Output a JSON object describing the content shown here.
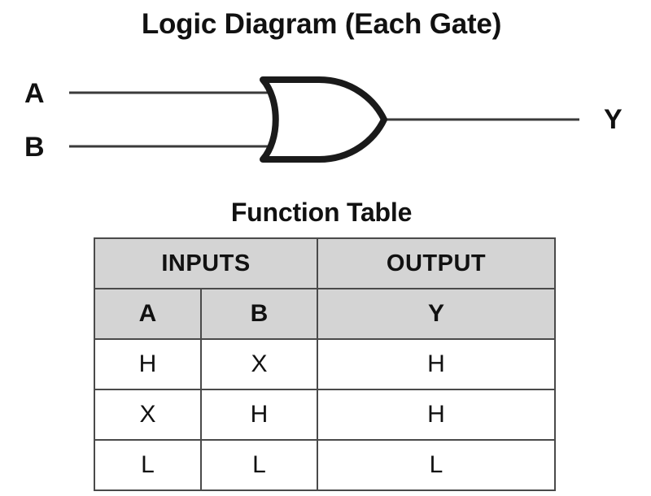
{
  "diagram": {
    "title": "Logic Diagram (Each Gate)",
    "gate_type": "or-gate",
    "inputs": [
      {
        "label": "A"
      },
      {
        "label": "B"
      }
    ],
    "output": {
      "label": "Y"
    },
    "colors": {
      "gate_outline": "#1a1a1a",
      "wire": "#3a3a3a",
      "text": "#111111"
    }
  },
  "table": {
    "title": "Function Table",
    "group_headers": [
      {
        "label": "INPUTS",
        "span": 2
      },
      {
        "label": "OUTPUT",
        "span": 1
      }
    ],
    "column_headers": [
      "A",
      "B",
      "Y"
    ],
    "rows": [
      [
        "H",
        "X",
        "H"
      ],
      [
        "X",
        "H",
        "H"
      ],
      [
        "L",
        "L",
        "L"
      ]
    ],
    "colors": {
      "header_fill": "#d4d4d4",
      "body_fill": "#ffffff",
      "border": "#4a4a4a"
    }
  }
}
